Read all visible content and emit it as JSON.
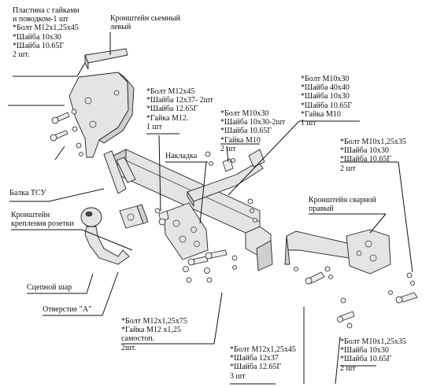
{
  "callouts": {
    "plate": "Пластина с гайками\nи поводком-1 шт\n*Болт М12х1,25х45\n*Шайба 10х30\n*Шайба 10.65Г\n2 шт.",
    "bracket_left": "Кронштейн сьемный\nлевый",
    "bolt_m12x45": "*Болт М12х45\n*Шайба 12х37- 2шт\n*Шайба 12.65Г\n*Гайка М12.\n1 шт",
    "bolt_m10x30_center": "*Болт М10х30\n*Шайба 10х30-2шт\n*Шайба 10.65Г\n*Гайка М10\n2 шт",
    "bolt_m10x30_top": "*Болт М10х30\n*Шайба 40х40\n*Шайба 10х30\n*Шайба 10.65Г\n*Гайка М10\n1 шт",
    "bolt_m10x125x35_upper": "*Болт М10х1,25х35\n*Шайба 10х30\n*Шайба 10.65Г\n2 шт",
    "overlay_plate": "Накладка",
    "tow_beam": "Балка ТСУ",
    "socket_bracket": "Кронштейн\nкрепления розетки",
    "bracket_right": "Кронштейн сварной\nправый",
    "tow_ball": "Сцепной шар",
    "hole_a": "Отверстие \"А\"",
    "bolt_m12x125x75": "*Болт М12х1,25х75\n*Гайка М12 х1,25\nсамостоп.\n2шт.",
    "bolt_m12x125x45": "*Болт М12х1,25х45\n*Шайба 12х37\n*Шайба 12.65Г\n3 шт",
    "bolt_m10x125x35_lower": "*Болт М10х1,25х35\n*Шайба 10х30\n*Шайба 10.65Г\n2 шт"
  }
}
